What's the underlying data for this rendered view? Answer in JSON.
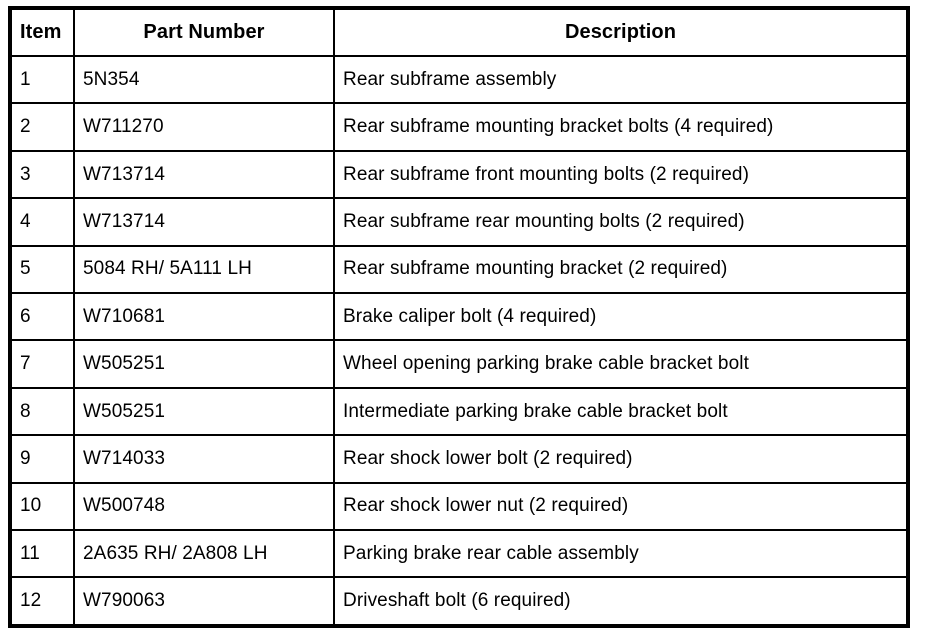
{
  "table": {
    "columns": [
      {
        "key": "item",
        "label": "Item"
      },
      {
        "key": "part_number",
        "label": "Part Number"
      },
      {
        "key": "description",
        "label": "Description"
      }
    ],
    "rows": [
      {
        "item": "1",
        "part_number": "5N354",
        "description": "Rear subframe assembly"
      },
      {
        "item": "2",
        "part_number": "W711270",
        "description": "Rear subframe mounting bracket bolts (4 required)"
      },
      {
        "item": "3",
        "part_number": "W713714",
        "description": "Rear subframe front mounting bolts (2 required)"
      },
      {
        "item": "4",
        "part_number": "W713714",
        "description": "Rear subframe rear mounting bolts (2 required)"
      },
      {
        "item": "5",
        "part_number": "5084 RH/ 5A111 LH",
        "description": "Rear subframe mounting bracket (2 required)"
      },
      {
        "item": "6",
        "part_number": "W710681",
        "description": "Brake caliper bolt (4 required)"
      },
      {
        "item": "7",
        "part_number": "W505251",
        "description": "Wheel opening parking brake cable bracket bolt"
      },
      {
        "item": "8",
        "part_number": "W505251",
        "description": "Intermediate parking brake cable bracket bolt"
      },
      {
        "item": "9",
        "part_number": "W714033",
        "description": "Rear shock lower bolt (2 required)"
      },
      {
        "item": "10",
        "part_number": "W500748",
        "description": "Rear shock lower nut (2 required)"
      },
      {
        "item": "11",
        "part_number": "2A635 RH/ 2A808 LH",
        "description": "Parking brake rear cable assembly"
      },
      {
        "item": "12",
        "part_number": "W790063",
        "description": "Driveshaft bolt (6 required)"
      }
    ]
  },
  "colors": {
    "border": "#000000",
    "background": "#ffffff",
    "text": "#000000"
  }
}
